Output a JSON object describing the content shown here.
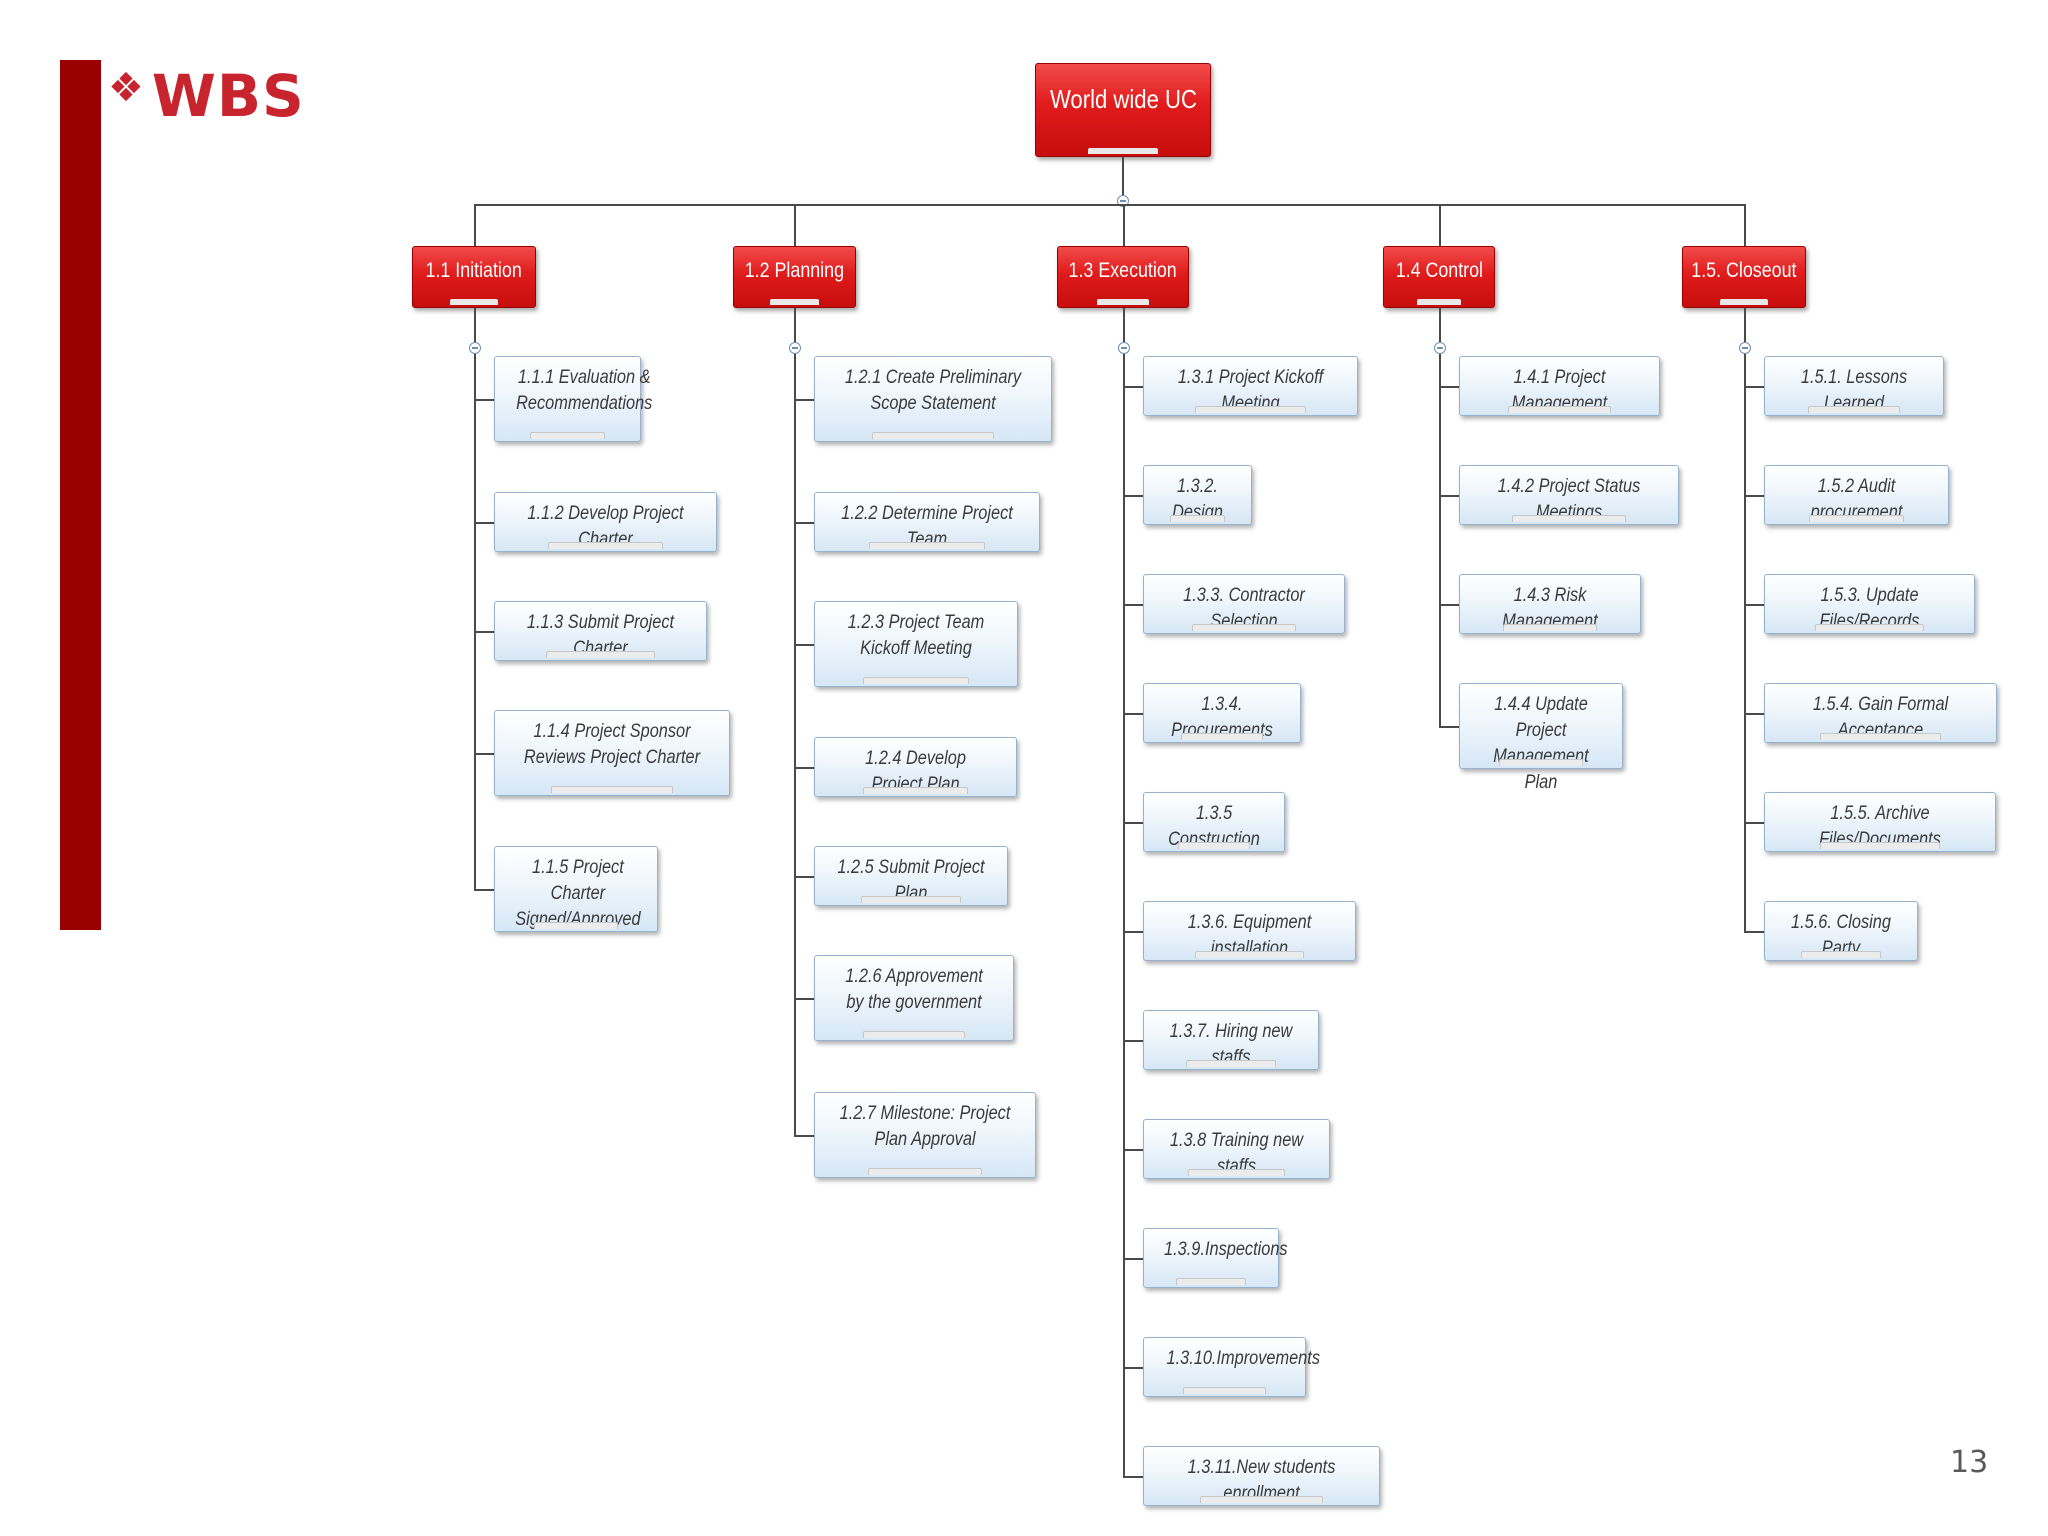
{
  "slide": {
    "title": "WBS",
    "bullet": "❖",
    "page_number": "13"
  },
  "colors": {
    "accent": "#9b0000",
    "node_red": "#e01b1b",
    "task_blue": "#d6e7f6",
    "title_red": "#c8242e"
  },
  "wbs": {
    "root": "World wide UC",
    "phases": [
      {
        "label": "1.1  Initiation",
        "tasks": [
          "1.1.1 Evaluation & Recommendations",
          "1.1.2 Develop Project Charter",
          "1.1.3 Submit Project Charter",
          "1.1.4 Project Sponsor Reviews Project Charter",
          "1.1.5 Project Charter Signed/Approved"
        ]
      },
      {
        "label": "1.2  Planning",
        "tasks": [
          "1.2.1 Create Preliminary Scope Statement",
          "1.2.2 Determine Project Team",
          "1.2.3 Project Team Kickoff Meeting",
          "1.2.4 Develop Project Plan",
          "1.2.5 Submit Project Plan",
          "1.2.6 Approvement by the government",
          "1.2.7 Milestone: Project Plan Approval"
        ]
      },
      {
        "label": "1.3  Execution",
        "tasks": [
          "1.3.1 Project Kickoff Meeting",
          "1.3.2. Design",
          "1.3.3. Contractor Selection",
          "1.3.4. Procurements",
          "1.3.5 Construction",
          "1.3.6. Equipment installation",
          "1.3.7. Hiring new staffs",
          "1.3.8 Training new staffs",
          "1.3.9.Inspections",
          "1.3.10.Improvements",
          "1.3.11.New students enrollment"
        ]
      },
      {
        "label": "1.4  Control",
        "tasks": [
          "1.4.1 Project Management",
          "1.4.2 Project Status Meetings",
          "1.4.3 Risk Management",
          "1.4.4 Update Project Management Plan"
        ]
      },
      {
        "label": "1.5.  Closeout",
        "tasks": [
          "1.5.1. Lessons Learned",
          "1.5.2 Audit procurement",
          "1.5.3. Update Files/Records",
          "1.5.4. Gain Formal Acceptance",
          "1.5.5. Archive Files/Documents",
          "1.5.6. Closing Party"
        ]
      }
    ]
  }
}
